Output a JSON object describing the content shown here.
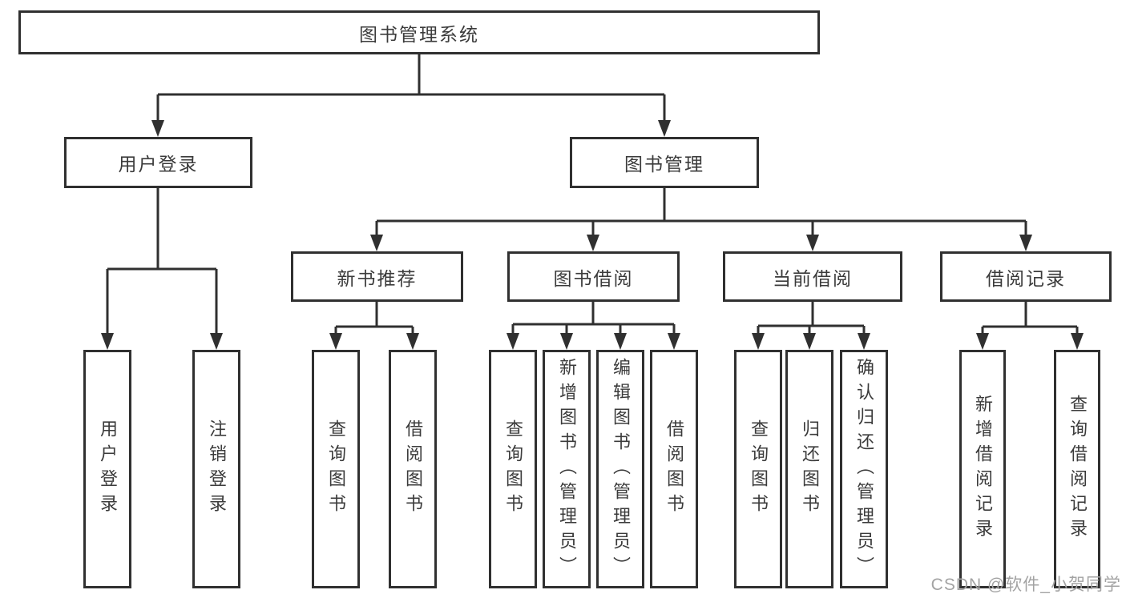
{
  "colors": {
    "line": "#303030",
    "box_border": "#303030",
    "text": "#3b3b3b",
    "watermark": "#a3a3a3",
    "background": "#ffffff"
  },
  "watermark": {
    "text": "CSDN @软件_小贺同学"
  },
  "tree": {
    "label": "图书管理系统",
    "children": [
      {
        "label": "用户登录",
        "children": [
          {
            "label": "用户登录"
          },
          {
            "label": "注销登录"
          }
        ]
      },
      {
        "label": "图书管理",
        "children": [
          {
            "label": "新书推荐",
            "children": [
              {
                "label": "查询图书"
              },
              {
                "label": "借阅图书"
              }
            ]
          },
          {
            "label": "图书借阅",
            "children": [
              {
                "label": "查询图书"
              },
              {
                "label": "新增图书（管理员）"
              },
              {
                "label": "编辑图书（管理员）"
              },
              {
                "label": "借阅图书"
              }
            ]
          },
          {
            "label": "当前借阅",
            "children": [
              {
                "label": "查询图书"
              },
              {
                "label": "归还图书"
              },
              {
                "label": "确认归还（管理员）"
              }
            ]
          },
          {
            "label": "借阅记录",
            "children": [
              {
                "label": "新增借阅记录"
              },
              {
                "label": "查询借阅记录"
              }
            ]
          }
        ]
      }
    ]
  }
}
